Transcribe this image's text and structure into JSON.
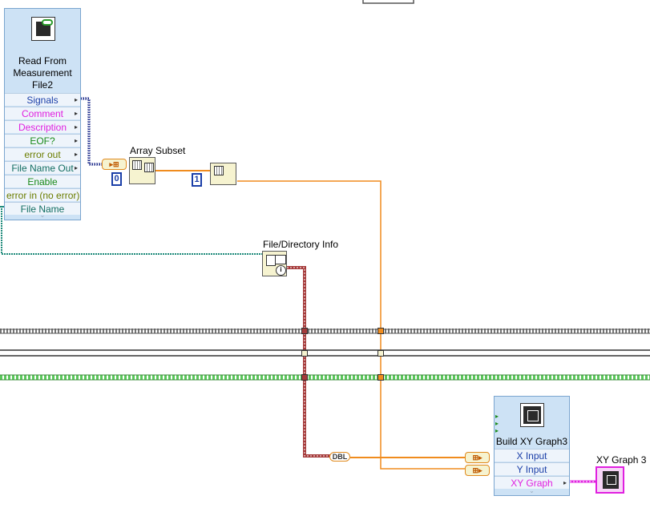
{
  "read_file_node": {
    "title": "Read From Measurement File2",
    "terminals": [
      {
        "label": "Signals",
        "color": "#1b3fa8"
      },
      {
        "label": "Comment",
        "color": "#e020e0"
      },
      {
        "label": "Description",
        "color": "#e020e0"
      },
      {
        "label": "EOF?",
        "color": "#1a8a1a"
      },
      {
        "label": "error out",
        "color": "#6b7d00"
      },
      {
        "label": "File Name Out",
        "color": "#126e62"
      },
      {
        "label": "Enable",
        "color": "#1a8a1a"
      },
      {
        "label": "error in (no error)",
        "color": "#6b7d00"
      },
      {
        "label": "File Name",
        "color": "#126e62"
      }
    ]
  },
  "array_subset": {
    "label": "Array Subset",
    "index_const": "0"
  },
  "index_array": {
    "index_const": "1"
  },
  "file_dir_info": {
    "label": "File/Directory Info"
  },
  "dbl_convert": {
    "label": "DBL"
  },
  "build_xy": {
    "title": "Build XY Graph3",
    "terminals": [
      {
        "label": "X Input",
        "color": "#1b3fa8"
      },
      {
        "label": "Y Input",
        "color": "#1b3fa8"
      },
      {
        "label": "XY Graph",
        "color": "#e020e0"
      }
    ]
  },
  "xy_graph": {
    "label": "XY Graph 3"
  },
  "colors": {
    "orange_wire": "#f08c1e",
    "dynamic_wire": "#1b2a8a",
    "path_wire": "#1e8a7a",
    "error_wire": "#a53a3a",
    "pink_wire": "#e020e0",
    "green_wire": "#5ac85a"
  }
}
